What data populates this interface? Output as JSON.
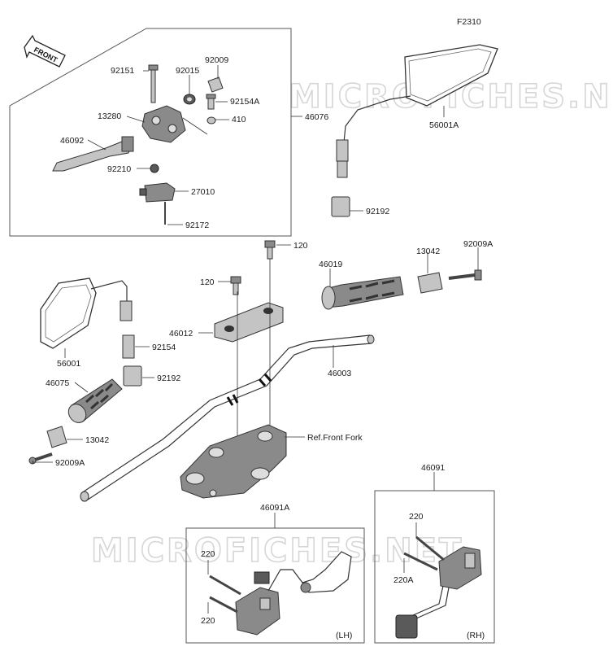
{
  "figure_code": "F2310",
  "front_arrow_text": "FRONT",
  "watermark_text": "MICROFICHES.NET",
  "callouts": {
    "p92151": "92151",
    "p92015": "92015",
    "p92009": "92009",
    "p92154a": "92154A",
    "p13280": "13280",
    "p410": "410",
    "p46076": "46076",
    "p46092": "46092",
    "p92210": "92210",
    "p27010": "27010",
    "p92172": "92172",
    "p56001a": "56001A",
    "p92192_top": "92192",
    "p120_top": "120",
    "p13042_top": "13042",
    "p92009a_top": "92009A",
    "p46019": "46019",
    "p120_left": "120",
    "p46012": "46012",
    "p56001": "56001",
    "p92154": "92154",
    "p46003": "46003",
    "p46075": "46075",
    "p92192_left": "92192",
    "p13042_left": "13042",
    "p92009a_left": "92009A",
    "ref_front_fork": "Ref.Front Fork",
    "p46091": "46091",
    "p46091a": "46091A",
    "p220_lh_top": "220",
    "p220_lh_bottom": "220",
    "p220_rh": "220",
    "p220a_rh": "220A",
    "lh_tag": "(LH)",
    "rh_tag": "(RH)"
  }
}
